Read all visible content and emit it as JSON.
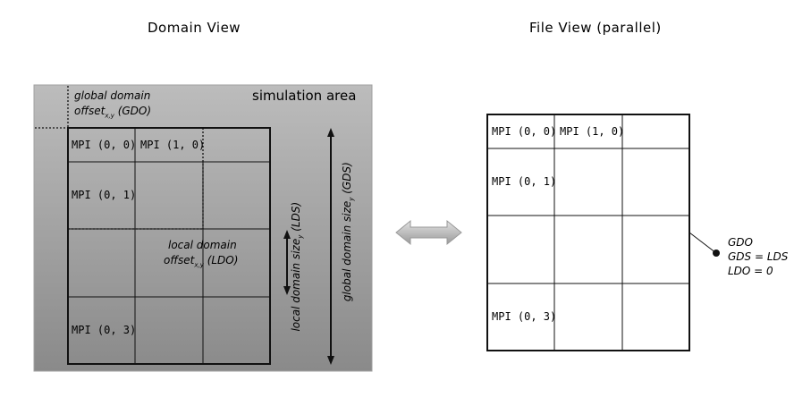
{
  "domain_view": {
    "title": "Domain View",
    "area_label": "simulation area",
    "gdo": {
      "line1": "global domain",
      "word": "offset",
      "sub": "x,y",
      "tail": "(GDO)"
    },
    "ldo": {
      "line1": "local domain",
      "word": "offset",
      "sub": "x,y",
      "tail": "(LDO)"
    },
    "lds": {
      "prefix": "local domain size",
      "sub": "y",
      "tail": "(LDS)"
    },
    "gds": {
      "prefix": "global domain size",
      "sub": "y",
      "tail": "(GDS)"
    },
    "cells": [
      "MPI (0, 0)",
      "MPI (1, 0)",
      "MPI (0, 1)",
      "MPI (0, 3)"
    ]
  },
  "file_view": {
    "title": "File View (parallel)",
    "cells": [
      "MPI (0, 0)",
      "MPI (1, 0)",
      "MPI (0, 1)",
      "MPI (0, 3)"
    ],
    "note": [
      "GDO",
      "GDS = LDS",
      "LDO = 0"
    ]
  },
  "colors": {
    "area_top": "#b9b9b9",
    "area_bottom": "#8c8c8c",
    "arrow": "#bdbdbd"
  }
}
